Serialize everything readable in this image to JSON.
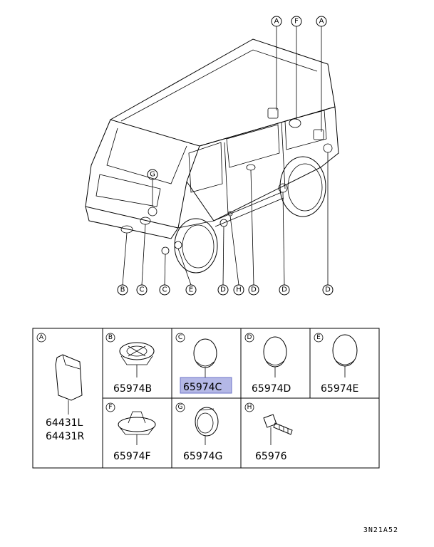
{
  "diagram_code": "3N21A52",
  "callouts_top": [
    "A",
    "F",
    "A"
  ],
  "callouts_upper": [
    "G"
  ],
  "callouts_bottom": [
    "B",
    "C",
    "C",
    "E",
    "D",
    "H",
    "D",
    "D",
    "D"
  ],
  "grid": {
    "cells": [
      {
        "letter": "A",
        "parts": [
          "64431L",
          "64431R"
        ]
      },
      {
        "letter": "B",
        "parts": [
          "65974B"
        ]
      },
      {
        "letter": "C",
        "parts": [
          "65974C"
        ]
      },
      {
        "letter": "D",
        "parts": [
          "65974D"
        ]
      },
      {
        "letter": "E",
        "parts": [
          "65974E"
        ]
      },
      {
        "letter": "F",
        "parts": [
          "65974F"
        ]
      },
      {
        "letter": "G",
        "parts": [
          "65974G"
        ]
      },
      {
        "letter": "H",
        "parts": [
          "65976"
        ]
      }
    ]
  },
  "highlight": {
    "part": "65974C",
    "color": "#b4b8e6",
    "border": "#6e74c8"
  }
}
